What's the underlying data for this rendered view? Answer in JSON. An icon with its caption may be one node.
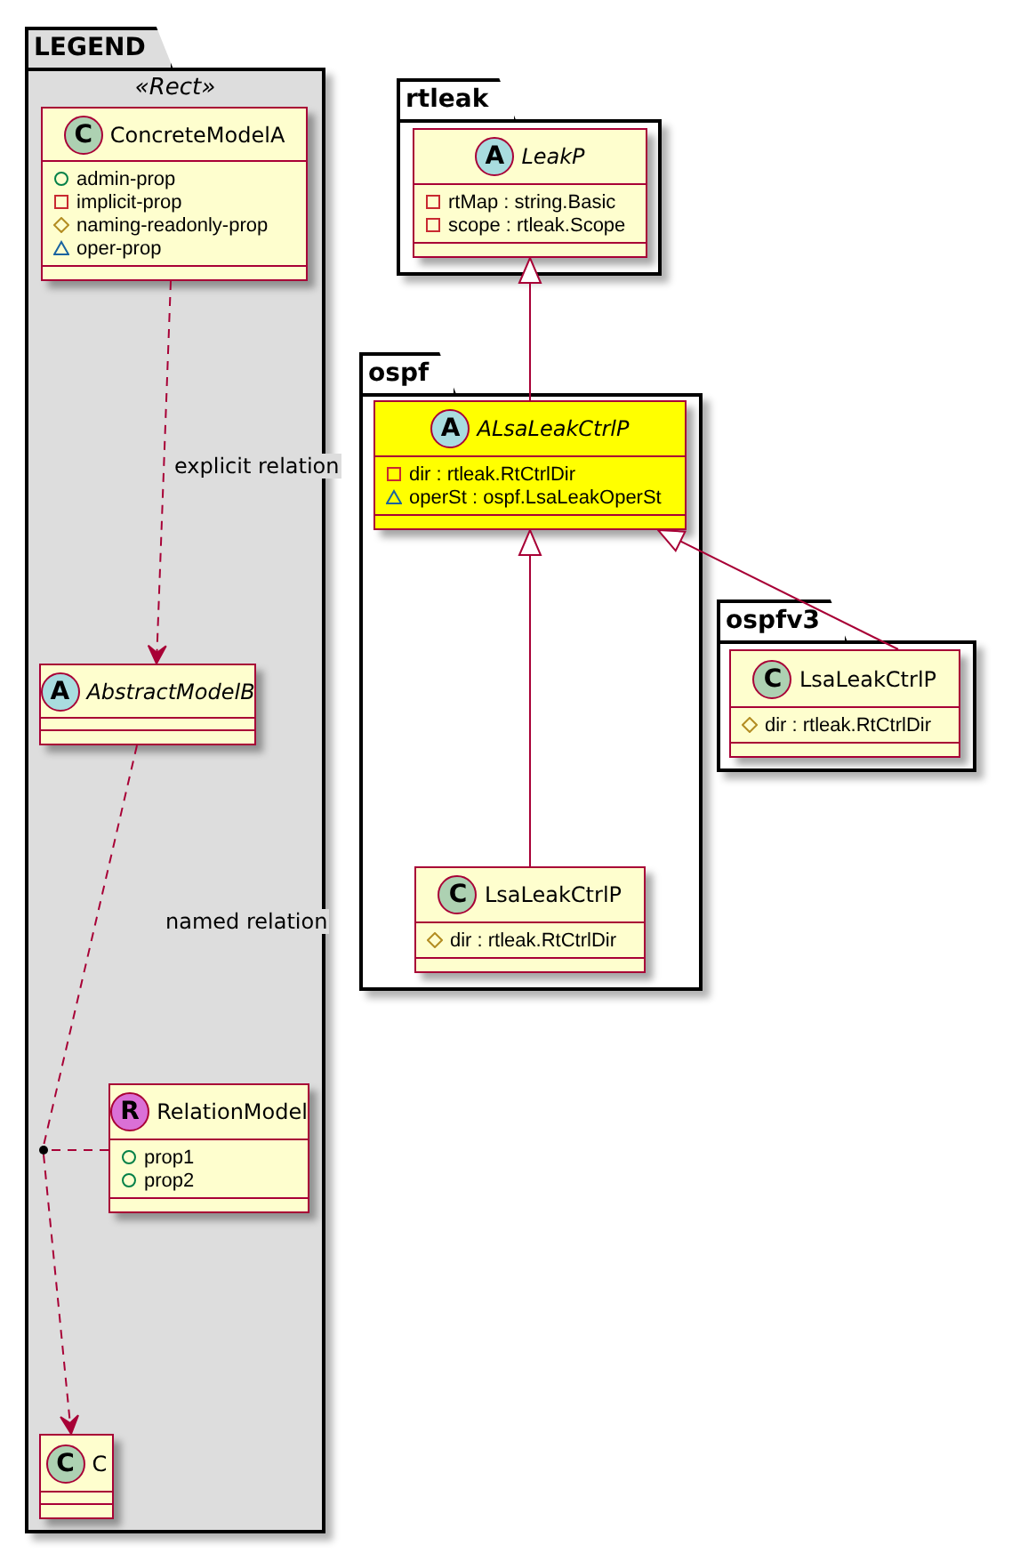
{
  "diagram": {
    "nodes": [
      {
        "text": [
          "LEGEND",
          "«Rect»"
        ]
      },
      {
        "text": [
          "C",
          "ConcreteModelA",
          "admin-prop",
          "implicit-prop",
          "naming-readonly-prop",
          "oper-prop"
        ],
        "in": 0
      },
      {
        "text": [
          "A",
          "AbstractModelB"
        ],
        "in": 0
      },
      {
        "text": [
          "R",
          "RelationModel",
          "prop1",
          "prop2"
        ],
        "in": 0
      },
      {
        "text": [],
        "shape": "circle",
        "in": 0
      },
      {
        "text": [
          "C",
          "C"
        ],
        "in": 0
      },
      {
        "text": [
          "rtleak"
        ]
      },
      {
        "text": [
          "A",
          "LeakP",
          "rtMap : string.Basic",
          "scope : rtleak.Scope"
        ],
        "in": 6
      },
      {
        "text": [
          "ospf"
        ]
      },
      {
        "text": [
          "A",
          "ALsaLeakCtrlP",
          "dir : rtleak.RtCtrlDir",
          "operSt : ospf.LsaLeakOperSt"
        ],
        "in": 8
      },
      {
        "text": [
          "C",
          "LsaLeakCtrlP",
          "dir : rtleak.RtCtrlDir"
        ],
        "in": 8
      },
      {
        "text": [
          "ospfv3"
        ]
      },
      {
        "text": [
          "C",
          "LsaLeakCtrlP",
          "dir : rtleak.RtCtrlDir"
        ],
        "in": 11
      }
    ],
    "edges": [
      {
        "from": 1,
        "to": 2,
        "arrow": "to",
        "style": "dashed",
        "label": "explicit relation"
      },
      {
        "from": 2,
        "to": 4,
        "arrow": "none",
        "style": "dashed",
        "label": "named relation"
      },
      {
        "from": 4,
        "to": 5,
        "arrow": "to",
        "style": "dashed"
      },
      {
        "from": 3,
        "to": 4,
        "arrow": "none",
        "style": "dashed"
      },
      {
        "from": 10,
        "to": 9,
        "arrow": "to"
      },
      {
        "from": 12,
        "to": 9,
        "arrow": "to"
      },
      {
        "from": 9,
        "to": 7,
        "arrow": "to"
      }
    ]
  }
}
